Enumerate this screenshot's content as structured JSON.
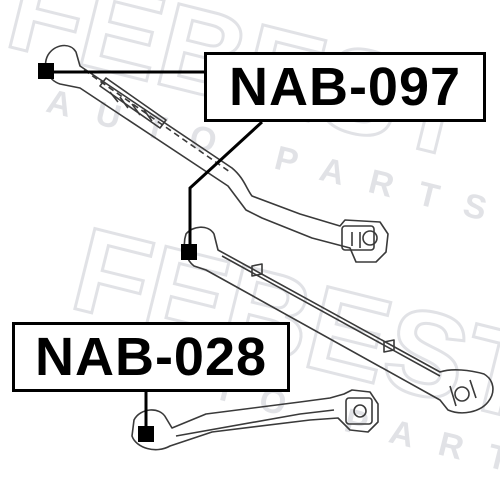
{
  "labels": {
    "top_part_number": "NAB-097",
    "bottom_part_number": "NAB-028"
  },
  "watermark": {
    "brand": "FEBEST",
    "tagline": "AUTO PARTS",
    "color": "#c9ccd2"
  },
  "colors": {
    "ink": "#000000",
    "line_art": "#3a3a3a",
    "background": "#ffffff"
  }
}
